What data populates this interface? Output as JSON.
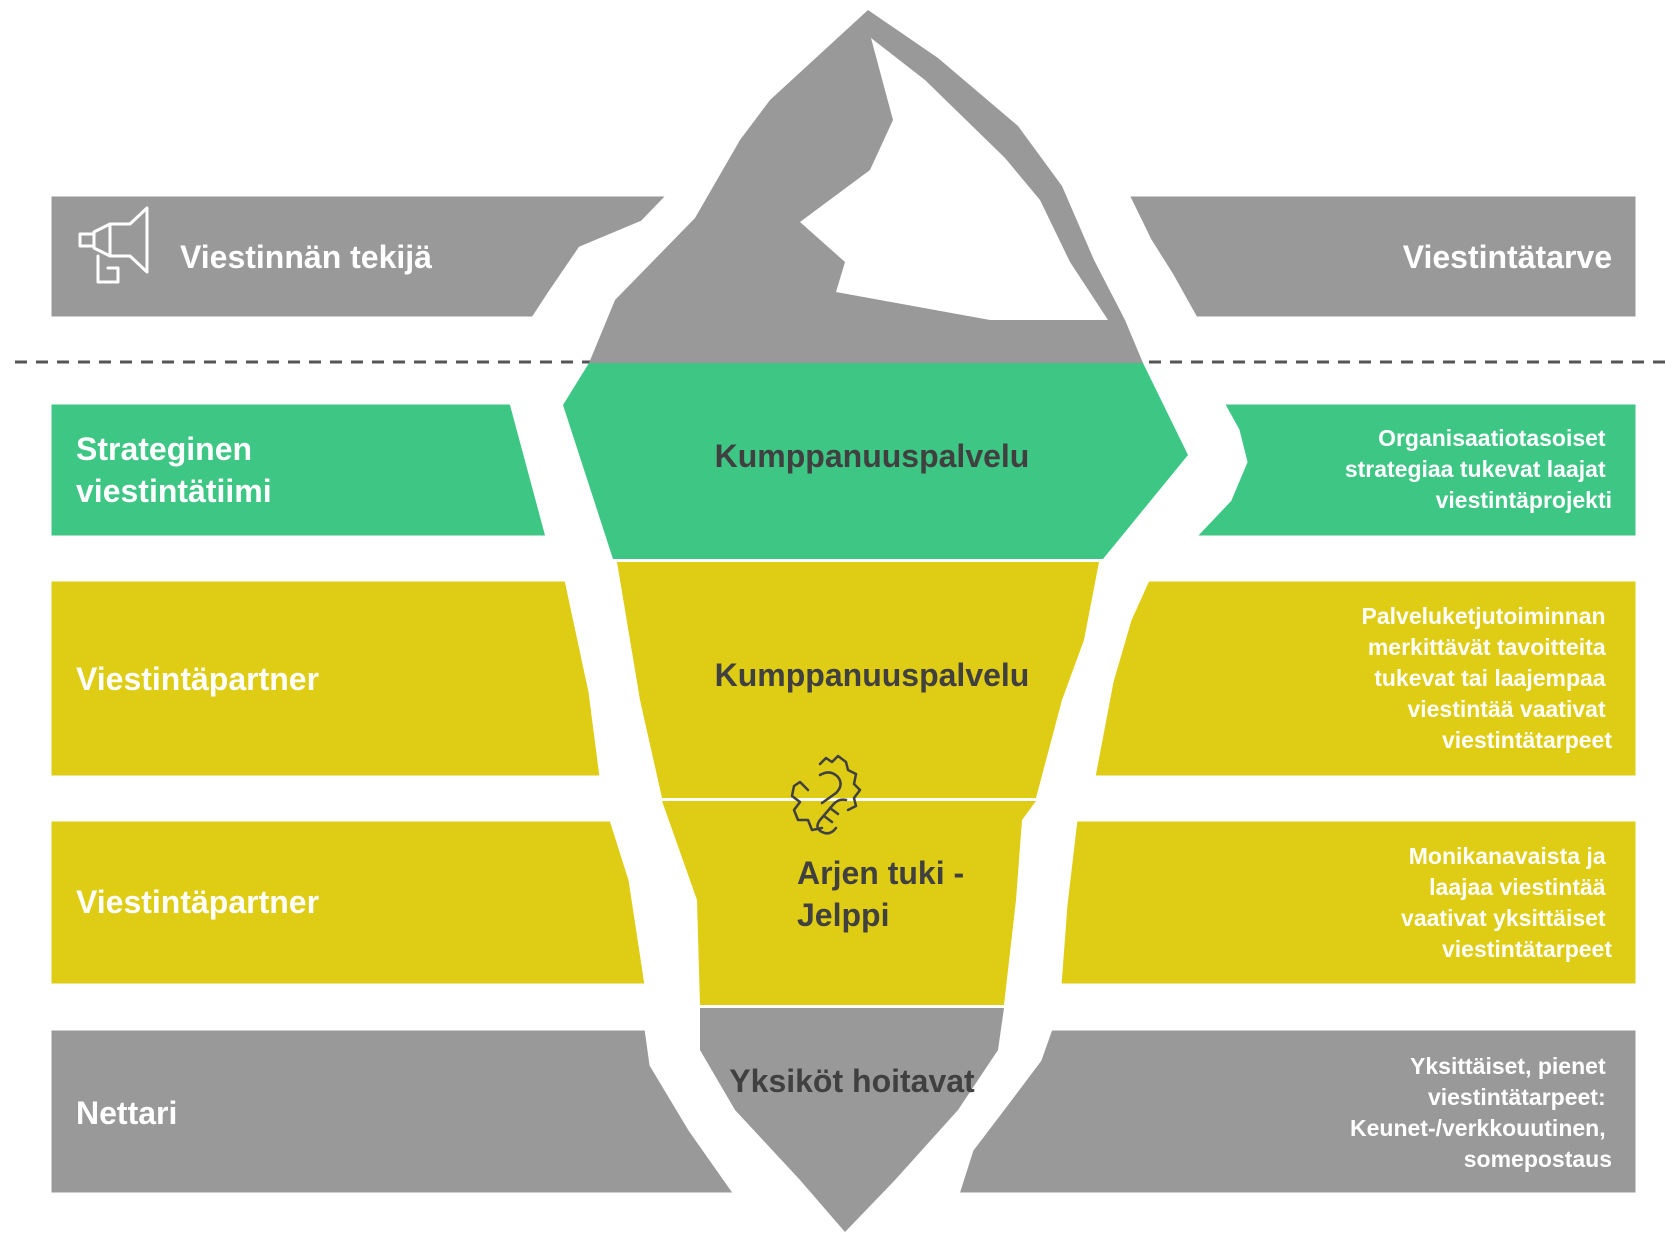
{
  "colors": {
    "gray": "#999999",
    "green": "#3ec684",
    "yellow": "#dfcc14",
    "white": "#ffffff",
    "dark_text": "#404040",
    "waterline": "#555555"
  },
  "left_panels": [
    {
      "label_lines": [
        "Viestinnän tekijä"
      ],
      "icon": "megaphone-icon"
    },
    {
      "label_lines": [
        "Strateginen",
        "viestintätiimi"
      ]
    },
    {
      "label_lines": [
        "Viestintäpartner"
      ]
    },
    {
      "label_lines": [
        "Viestintäpartner"
      ]
    },
    {
      "label_lines": [
        "Nettari"
      ]
    }
  ],
  "right_panels": [
    {
      "label_lines": [
        "Viestintätarve"
      ]
    },
    {
      "label_lines": [
        "Organisaatiotasoiset",
        "strategiaa tukevat laajat",
        "viestintäprojekti"
      ]
    },
    {
      "label_lines": [
        "Palveluketjutoiminnan",
        "merkittävät tavoitteita",
        "tukevat tai laajempaa",
        "viestintää vaativat",
        "viestintätarpeet"
      ]
    },
    {
      "label_lines": [
        "Monikanavaista ja",
        "laajaa viestintää",
        "vaativat yksittäiset",
        "viestintätarpeet"
      ]
    },
    {
      "label_lines": [
        "Yksittäiset, pienet",
        "viestintätarpeet:",
        "Keunet-/verkkouutinen,",
        "somepostaus"
      ]
    }
  ],
  "iceberg": {
    "green_band": "Kumppanuuspalvelu",
    "yellow_band_1": "Kumppanuuspalvelu",
    "yellow_band_2_lines": [
      "Arjen tuki -",
      "Jelppi"
    ],
    "bottom": "Yksiköt hoitavat",
    "icon": "handshake-icon"
  }
}
